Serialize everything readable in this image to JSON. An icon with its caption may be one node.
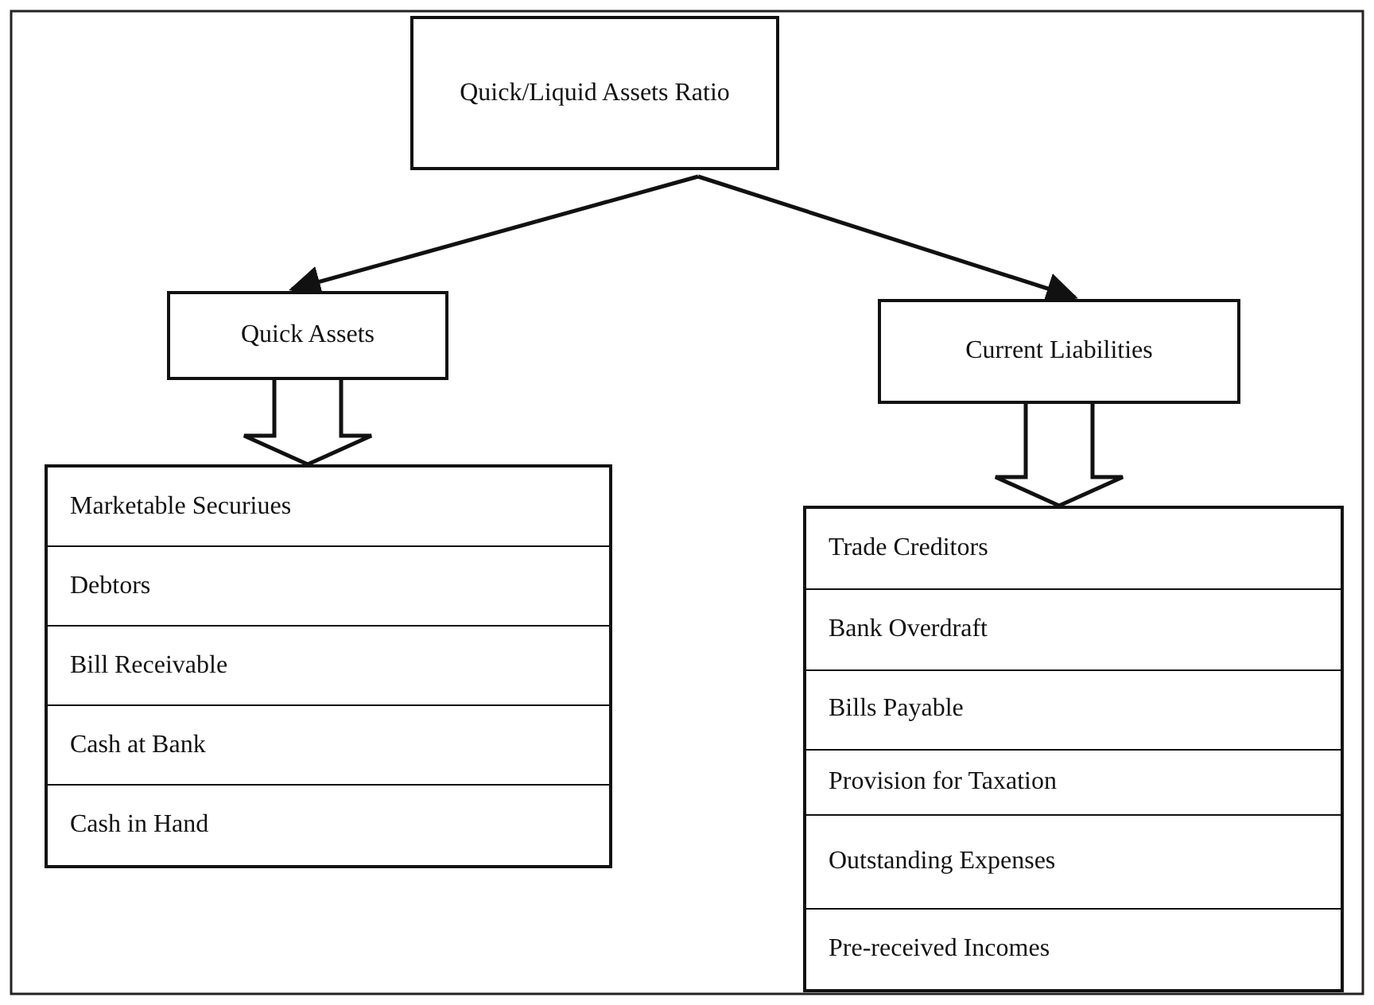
{
  "diagram": {
    "nodes": [
      {
        "text": [
          "Quick/Liquid Assets Ratio"
        ]
      },
      {
        "text": [
          "Quick Assets"
        ]
      },
      {
        "text": [
          "Current Liabilities"
        ]
      },
      {
        "text": [],
        "shape": "box"
      },
      {
        "text": [
          "Marketable Securiues"
        ],
        "in": 3
      },
      {
        "text": [
          "Debtors"
        ],
        "in": 3
      },
      {
        "text": [
          "Bill Receivable"
        ],
        "in": 3
      },
      {
        "text": [
          "Cash at Bank"
        ],
        "in": 3
      },
      {
        "text": [
          "Cash in Hand"
        ],
        "in": 3
      },
      {
        "text": [],
        "shape": "box"
      },
      {
        "text": [
          "Trade Creditors"
        ],
        "in": 9
      },
      {
        "text": [
          "Bank Overdraft"
        ],
        "in": 9
      },
      {
        "text": [
          "Bills Payable"
        ],
        "in": 9
      },
      {
        "text": [
          "Provision for Taxation"
        ],
        "in": 9
      },
      {
        "text": [
          "Outstanding Expenses"
        ],
        "in": 9
      },
      {
        "text": [
          "Pre-received Incomes"
        ],
        "in": 9
      }
    ],
    "edges": [
      {
        "from": 0,
        "to": 1,
        "arrow": "to"
      },
      {
        "from": 0,
        "to": 2,
        "arrow": "to"
      },
      {
        "from": 1,
        "to": 3,
        "arrow": "to",
        "style": "thick"
      },
      {
        "from": 2,
        "to": 9,
        "arrow": "to",
        "style": "thick"
      }
    ]
  }
}
